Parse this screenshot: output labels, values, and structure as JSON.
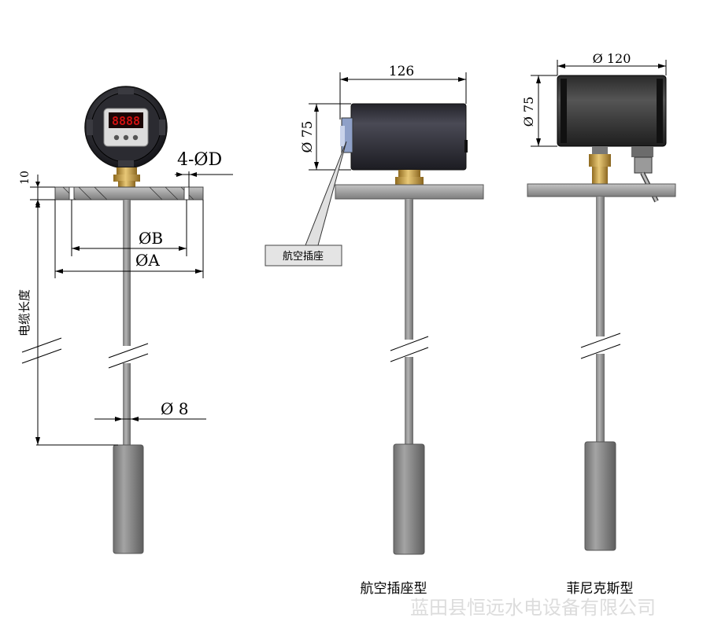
{
  "variant1": {
    "flange_thickness": "10",
    "hole_spec": "4-ØD",
    "diameter_b": "ØB",
    "diameter_a": "ØA",
    "cable_length": "电缆长度",
    "rod_diameter": "Ø 8",
    "display_digits": "8888"
  },
  "variant2": {
    "length": "126",
    "diameter": "Ø 75",
    "callout": "航空插座",
    "caption": "航空插座型"
  },
  "variant3": {
    "length": "Ø 120",
    "diameter": "Ø 75",
    "caption": "菲尼克斯型"
  },
  "watermark": "蓝田县恒远水电设备有限公司",
  "colors": {
    "probe": "#808080",
    "rod": "#8c8c8c",
    "flange": "#9a9a9a",
    "housing": "#2e2e36",
    "brass": "#c9a24a",
    "display": "#d01010"
  }
}
